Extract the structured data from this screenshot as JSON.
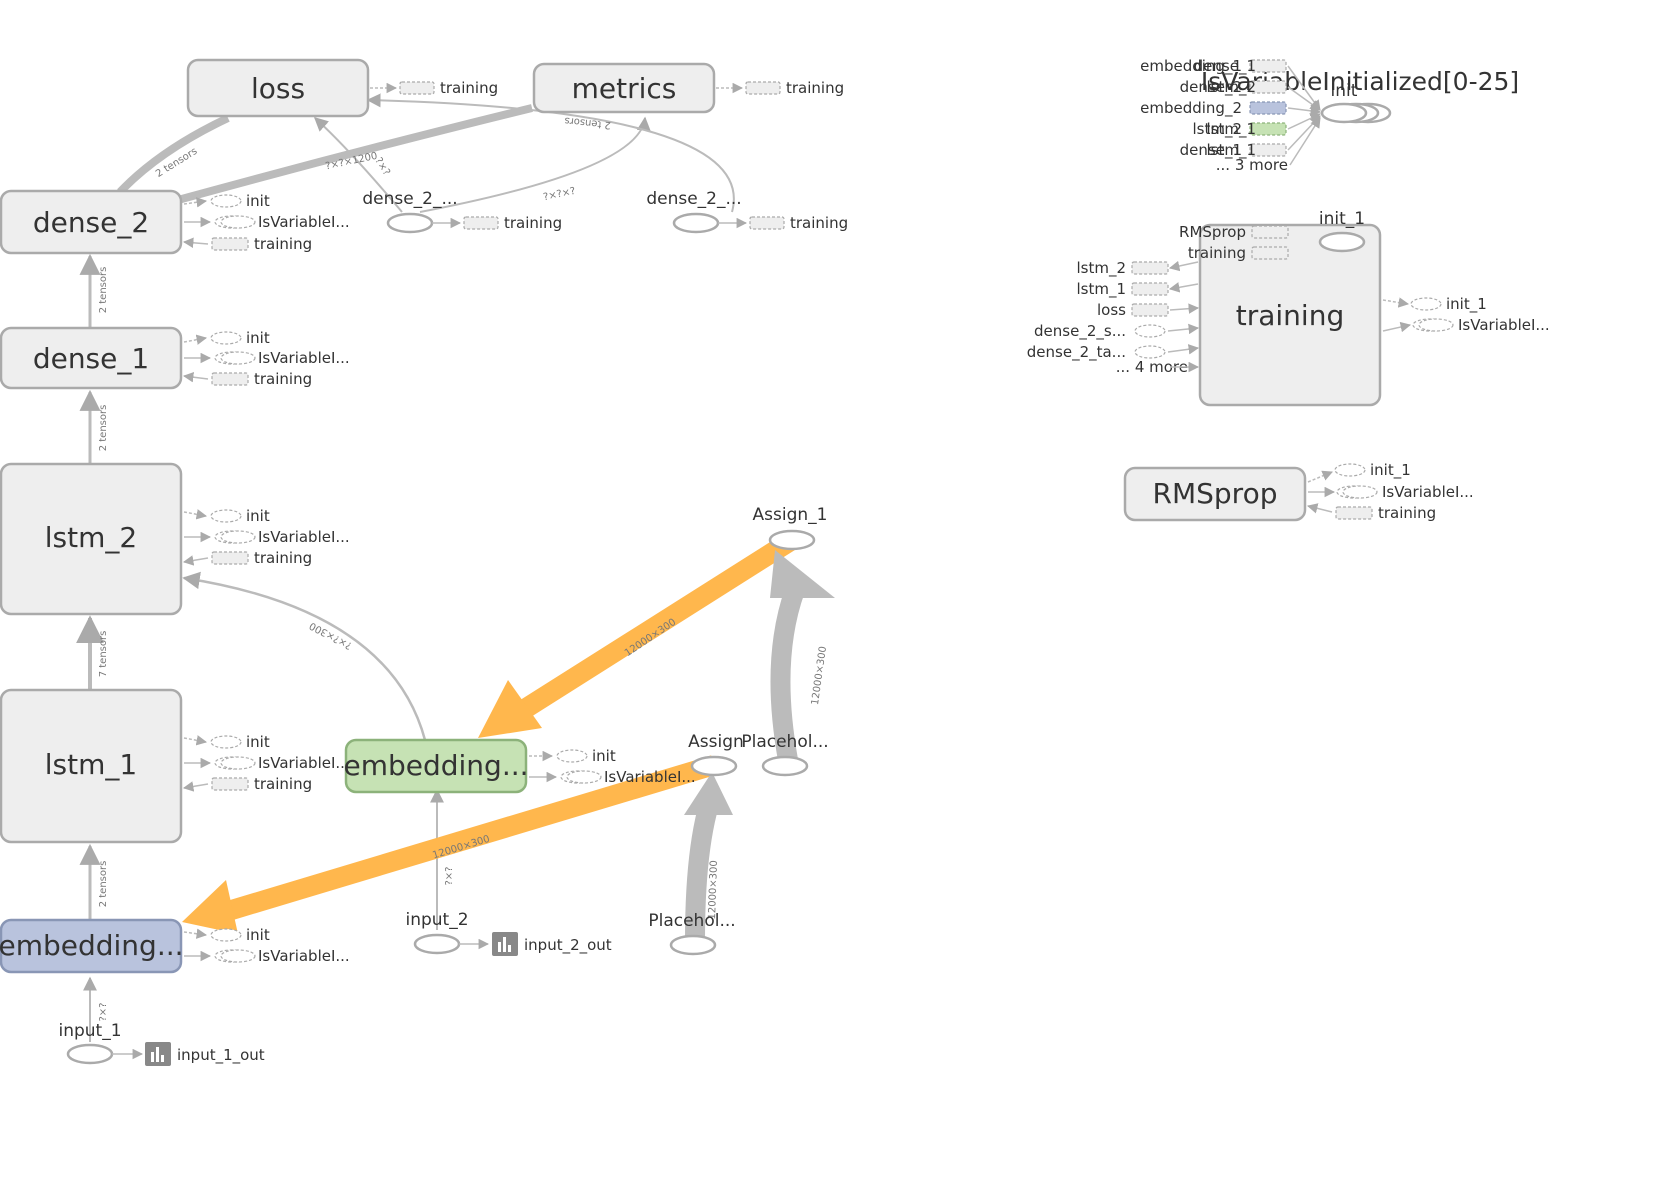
{
  "colors": {
    "embedding_1": "#b9c3dd",
    "embedding_2": "#c6e2b4",
    "ref_edge": "#ffb74d",
    "node_fill": "#eeeeee",
    "node_stroke": "#aaaaaa",
    "edge": "#bbbbbb"
  },
  "nodes": {
    "loss": "loss",
    "metrics": "metrics",
    "dense_2": "dense_2",
    "dense_1": "dense_1",
    "lstm_2": "lstm_2",
    "lstm_1": "lstm_1",
    "embedding_1": "embedding...",
    "embedding_2": "embedding...",
    "training": "training",
    "rmsprop": "RMSprop",
    "isvarinit": "IsVariableInitialized[0-25]"
  },
  "ops": {
    "dense_2_a": "dense_2_...",
    "dense_2_b": "dense_2_...",
    "assign_1": "Assign_1",
    "assign": "Assign",
    "placeholder_a": "Placehol...",
    "placeholder_b": "Placehol...",
    "input_1": "input_1",
    "input_2": "input_2",
    "init": "init",
    "init_1": "init_1"
  },
  "summaries": {
    "input_1_out": "input_1_out",
    "input_2_out": "input_2_out"
  },
  "aux": {
    "init": "init",
    "isvar": "IsVariableI...",
    "training": "training",
    "init_1": "init_1"
  },
  "edge_labels": {
    "two_tensors": "2 tensors",
    "seven_tensors": "7 tensors",
    "shape_qq": "?×?",
    "shape_qqq": "?×?×?",
    "shape_qq1200": "?×?×1200",
    "shape_qq300": "?×?×300",
    "shape_12000": "12000×300"
  },
  "init_inputs": [
    "embedding_1",
    "dense_2",
    "embedding_2",
    "lstm_2",
    "dense_1",
    "lstm_1"
  ],
  "init_inputs_back": [
    "dense_1",
    "lstm_2",
    "lstm_1"
  ],
  "init_more": "... 3 more",
  "training_inputs_top": [
    "RMSprop",
    "training"
  ],
  "training_inputs_left": [
    "lstm_2",
    "lstm_1",
    "loss",
    "dense_2_s...",
    "dense_2_ta..."
  ],
  "training_more": "... 4 more"
}
